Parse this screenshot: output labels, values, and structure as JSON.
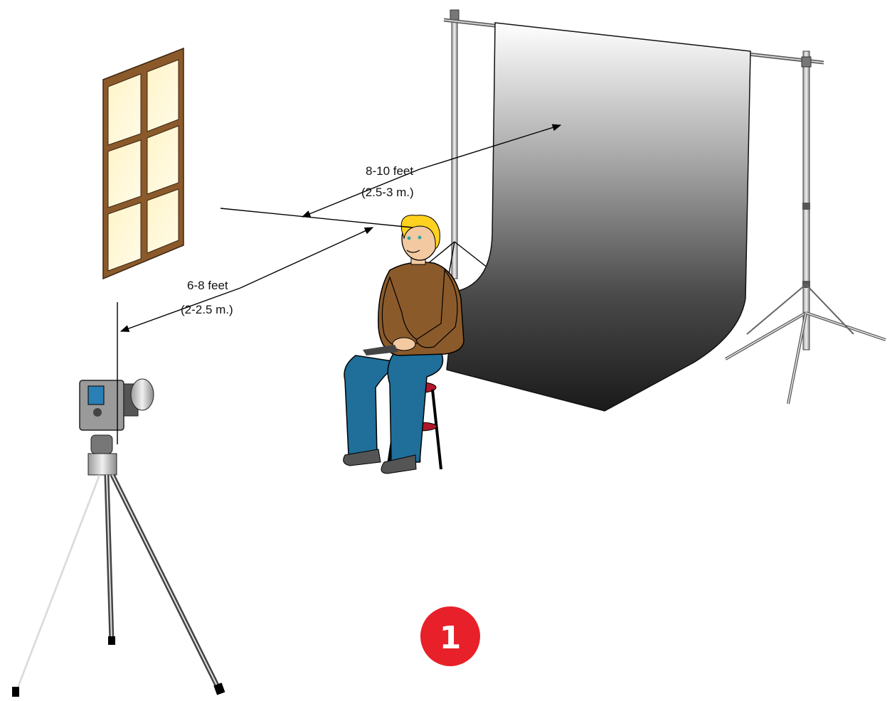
{
  "labels": {
    "camera_distance_line1": "6-8 feet",
    "camera_distance_line2": "(2-2.5 m.)",
    "backdrop_distance_line1": "8-10 feet",
    "backdrop_distance_line2": "(2.5-3 m.)"
  },
  "step_badge": {
    "number": "1",
    "color": "#e8202a"
  },
  "colors": {
    "window_frame": "#8b5a2b",
    "window_glass": "#fff8d6",
    "sweater": "#8b5a2b",
    "jeans": "#1f6f9a",
    "hair": "#ffd21f",
    "stool_seat": "#b0182a",
    "backdrop_top": "#ffffff",
    "backdrop_bottom": "#1a1a1a"
  },
  "icons": [
    "window-illustration",
    "camera-icon",
    "tripod-icon",
    "seated-person-illustration",
    "backdrop-stand-illustration",
    "stool-icon"
  ]
}
